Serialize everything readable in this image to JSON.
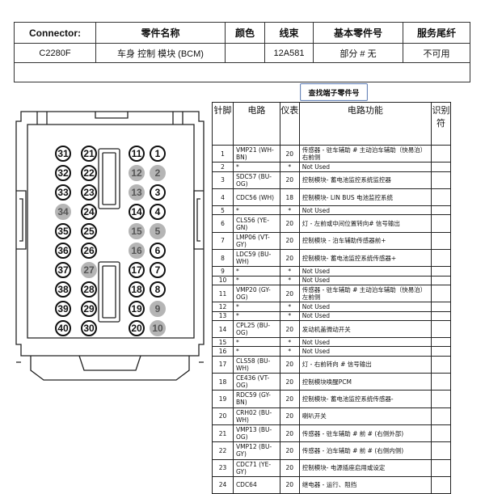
{
  "header": {
    "columns": [
      "Connector:",
      "零件名称",
      "颜色",
      "线束",
      "基本零件号",
      "服务尾纤"
    ],
    "values": [
      "C2280F",
      "车身 控制 模块 (BCM)",
      "",
      "12A581",
      "部分 # 无",
      "不可用"
    ]
  },
  "find_button": "查找端子零件号",
  "connector": {
    "pins": [
      {
        "n": "1",
        "empty": false
      },
      {
        "n": "2",
        "empty": true
      },
      {
        "n": "3",
        "empty": false
      },
      {
        "n": "4",
        "empty": false
      },
      {
        "n": "5",
        "empty": true
      },
      {
        "n": "6",
        "empty": false
      },
      {
        "n": "7",
        "empty": false
      },
      {
        "n": "8",
        "empty": false
      },
      {
        "n": "9",
        "empty": true
      },
      {
        "n": "10",
        "empty": true
      },
      {
        "n": "11",
        "empty": false
      },
      {
        "n": "12",
        "empty": true
      },
      {
        "n": "13",
        "empty": true
      },
      {
        "n": "14",
        "empty": false
      },
      {
        "n": "15",
        "empty": true
      },
      {
        "n": "16",
        "empty": true
      },
      {
        "n": "17",
        "empty": false
      },
      {
        "n": "18",
        "empty": false
      },
      {
        "n": "19",
        "empty": false
      },
      {
        "n": "20",
        "empty": false
      },
      {
        "n": "21",
        "empty": false
      },
      {
        "n": "22",
        "empty": false
      },
      {
        "n": "23",
        "empty": false
      },
      {
        "n": "24",
        "empty": false
      },
      {
        "n": "25",
        "empty": false
      },
      {
        "n": "26",
        "empty": false
      },
      {
        "n": "27",
        "empty": true
      },
      {
        "n": "28",
        "empty": false
      },
      {
        "n": "29",
        "empty": false
      },
      {
        "n": "30",
        "empty": false
      },
      {
        "n": "31",
        "empty": false
      },
      {
        "n": "32",
        "empty": false
      },
      {
        "n": "33",
        "empty": false
      },
      {
        "n": "34",
        "empty": true
      },
      {
        "n": "35",
        "empty": false
      },
      {
        "n": "36",
        "empty": false
      },
      {
        "n": "37",
        "empty": false
      },
      {
        "n": "38",
        "empty": false
      },
      {
        "n": "39",
        "empty": false
      },
      {
        "n": "40",
        "empty": false
      }
    ]
  },
  "pin_table": {
    "headers": {
      "pin": "针脚",
      "circuit": "电路",
      "gauge": "仪表",
      "function": "电路功能",
      "id": "识别符"
    },
    "rows": [
      {
        "pin": "1",
        "circuit": "VMP21 (WH-BN)",
        "gauge": "20",
        "function": "传感器 - 驻车辅助 # 主动泊车辅助（快易泊）右前侧"
      },
      {
        "pin": "2",
        "circuit": "*",
        "gauge": "*",
        "function": "Not Used"
      },
      {
        "pin": "3",
        "circuit": "SDC57 (BU-OG)",
        "gauge": "20",
        "function": "控制模块- 蓄电池监控系统监控器"
      },
      {
        "pin": "4",
        "circuit": "CDC56 (WH)",
        "gauge": "18",
        "function": "控制模块- LIN BUS 电池监控系统"
      },
      {
        "pin": "5",
        "circuit": "*",
        "gauge": "*",
        "function": "Not Used"
      },
      {
        "pin": "6",
        "circuit": "CLS56 (YE-GN)",
        "gauge": "20",
        "function": "灯 - 左前或中间位置转向# 信号输出"
      },
      {
        "pin": "7",
        "circuit": "LMP06 (VT-GY)",
        "gauge": "20",
        "function": "控制模块 - 泊车辅助传感器前+"
      },
      {
        "pin": "8",
        "circuit": "LDC59 (BU-WH)",
        "gauge": "20",
        "function": "控制模块- 蓄电池监控系统传感器+"
      },
      {
        "pin": "9",
        "circuit": "*",
        "gauge": "*",
        "function": "Not Used"
      },
      {
        "pin": "10",
        "circuit": "*",
        "gauge": "*",
        "function": "Not Used"
      },
      {
        "pin": "11",
        "circuit": "VMP20 (GY-OG)",
        "gauge": "20",
        "function": "传感器 - 驻车辅助 # 主动泊车辅助（快易泊）左前侧"
      },
      {
        "pin": "12",
        "circuit": "*",
        "gauge": "*",
        "function": "Not Used"
      },
      {
        "pin": "13",
        "circuit": "*",
        "gauge": "*",
        "function": "Not Used"
      },
      {
        "pin": "14",
        "circuit": "CPL25 (BU-OG)",
        "gauge": "20",
        "function": "发动机盖微动开关"
      },
      {
        "pin": "15",
        "circuit": "*",
        "gauge": "*",
        "function": "Not Used"
      },
      {
        "pin": "16",
        "circuit": "*",
        "gauge": "*",
        "function": "Not Used"
      },
      {
        "pin": "17",
        "circuit": "CLS58 (BU-WH)",
        "gauge": "20",
        "function": "灯 - 右前转向 # 信号输出"
      },
      {
        "pin": "18",
        "circuit": "CE436 (VT-OG)",
        "gauge": "20",
        "function": "控制模块唤醒PCM"
      },
      {
        "pin": "19",
        "circuit": "RDC59 (GY-BN)",
        "gauge": "20",
        "function": "控制模块- 蓄电池监控系统传感器-"
      },
      {
        "pin": "20",
        "circuit": "CRH02 (BU-WH)",
        "gauge": "20",
        "function": "喇叭开关"
      },
      {
        "pin": "21",
        "circuit": "VMP13 (BU-OG)",
        "gauge": "20",
        "function": "传感器 - 驻车辅助 # 前 # (右侧外部)"
      },
      {
        "pin": "22",
        "circuit": "VMP12 (BU-GY)",
        "gauge": "20",
        "function": "传感器 - 泊车辅助 # 前 # (右侧内侧)"
      },
      {
        "pin": "23",
        "circuit": "CDC71 (YE-GY)",
        "gauge": "20",
        "function": "控制模块- 电源插座启用或设定"
      },
      {
        "pin": "24",
        "circuit": "CDC64",
        "gauge": "20",
        "function": "继电器 - 运行、阻挡"
      }
    ]
  }
}
